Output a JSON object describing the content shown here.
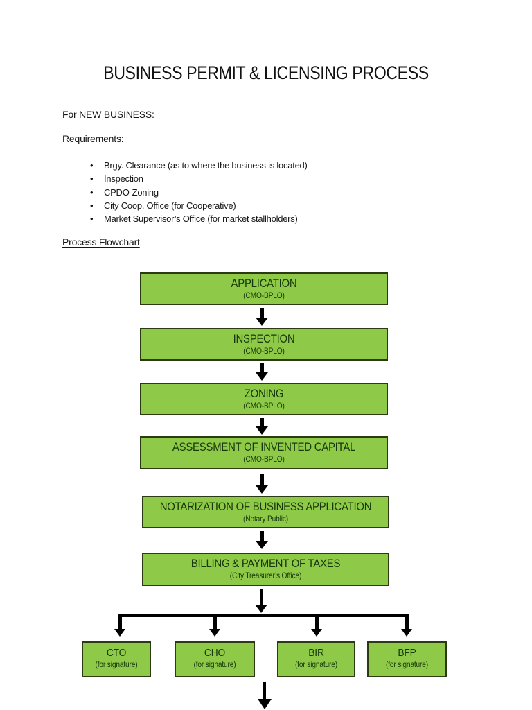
{
  "page": {
    "title": "BUSINESS PERMIT & LICENSING PROCESS",
    "for_line": "For NEW BUSINESS:",
    "requirements_label": "Requirements:",
    "bullet_glyph": "•",
    "requirements": [
      "Brgy. Clearance (as to where the business is located)",
      "Inspection",
      "CPDO-Zoning",
      "City Coop. Office (for Cooperative)",
      "Market Supervisor’s Office (for market stallholders)"
    ],
    "flowchart_label": "Process Flowchart"
  },
  "flowchart": {
    "steps": [
      {
        "label": "APPLICATION",
        "office": "(CMO-BPLO)"
      },
      {
        "label": "INSPECTION",
        "office": "(CMO-BPLO)"
      },
      {
        "label": "ZONING",
        "office": "(CMO-BPLO)"
      },
      {
        "label": "ASSESSMENT OF INVENTED CAPITAL",
        "office": "(CMO-BPLO)"
      },
      {
        "label": "NOTARIZATION OF BUSINESS APPLICATION",
        "office": "(Notary Public)"
      },
      {
        "label": "BILLING & PAYMENT OF TAXES",
        "office": "(City Treasurer’s Office)"
      }
    ],
    "branches": [
      {
        "label": "CTO",
        "office": "(for signature)"
      },
      {
        "label": "CHO",
        "office": "(for signature)"
      },
      {
        "label": "BIR",
        "office": "(for signature)"
      },
      {
        "label": "BFP",
        "office": "(for signature)"
      }
    ],
    "colors": {
      "box_fill": "#8ec947",
      "box_border": "#2c3a14",
      "box_text": "#17380a",
      "arrow": "#000000"
    }
  }
}
